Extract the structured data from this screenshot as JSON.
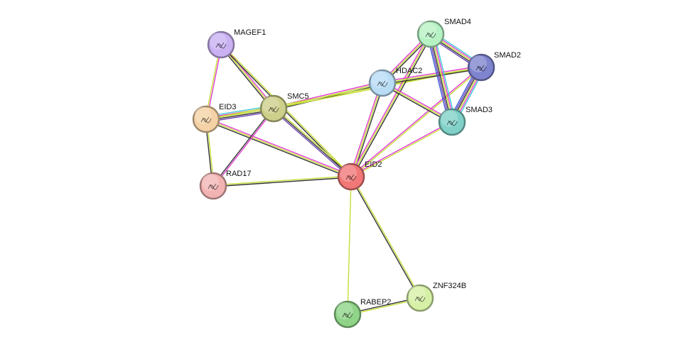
{
  "nodes": [
    {
      "id": "MAGEF1",
      "label": "MAGEF1",
      "color": "#c9b1f2"
    },
    {
      "id": "EID3",
      "label": "EID3",
      "color": "#f4d2a6"
    },
    {
      "id": "SMC5",
      "label": "SMC5",
      "color": "#cdd08a"
    },
    {
      "id": "RAD17",
      "label": "RAD17",
      "color": "#f2b3b3"
    },
    {
      "id": "EID2",
      "label": "EID2",
      "color": "#f27878"
    },
    {
      "id": "HDAC2",
      "label": "HDAC2",
      "color": "#b8dcf4"
    },
    {
      "id": "SMAD4",
      "label": "SMAD4",
      "color": "#b6f2c4"
    },
    {
      "id": "SMAD2",
      "label": "SMAD2",
      "color": "#7f84cf"
    },
    {
      "id": "SMAD3",
      "label": "SMAD3",
      "color": "#80d1c8"
    },
    {
      "id": "ZNF324B",
      "label": "ZNF324B",
      "color": "#d6f0a6"
    },
    {
      "id": "RABEP2",
      "label": "RABEP2",
      "color": "#8fd488"
    }
  ],
  "edges": [
    {
      "a": "MAGEF1",
      "b": "EID3",
      "types": [
        "pink",
        "yellow"
      ]
    },
    {
      "a": "MAGEF1",
      "b": "SMC5",
      "types": [
        "pink",
        "yellow",
        "black"
      ]
    },
    {
      "a": "MAGEF1",
      "b": "EID2",
      "types": [
        "yellow",
        "black"
      ]
    },
    {
      "a": "EID3",
      "b": "SMC5",
      "types": [
        "cyan",
        "pink",
        "yellow",
        "black",
        "purple"
      ]
    },
    {
      "a": "EID3",
      "b": "EID2",
      "types": [
        "pink",
        "yellow",
        "black"
      ]
    },
    {
      "a": "EID3",
      "b": "RAD17",
      "types": [
        "yellow",
        "black"
      ]
    },
    {
      "a": "SMC5",
      "b": "RAD17",
      "types": [
        "pink",
        "black"
      ]
    },
    {
      "a": "SMC5",
      "b": "EID2",
      "types": [
        "yellow",
        "black",
        "purple"
      ]
    },
    {
      "a": "SMC5",
      "b": "HDAC2",
      "types": [
        "pink",
        "yellow",
        "black"
      ]
    },
    {
      "a": "SMC5",
      "b": "SMAD2",
      "types": [
        "yellow"
      ]
    },
    {
      "a": "RAD17",
      "b": "EID2",
      "types": [
        "yellow",
        "black"
      ]
    },
    {
      "a": "EID3",
      "b": "SMAD2",
      "types": [
        "yellow"
      ]
    },
    {
      "a": "EID2",
      "b": "HDAC2",
      "types": [
        "pink",
        "yellow",
        "black"
      ]
    },
    {
      "a": "EID2",
      "b": "SMAD4",
      "types": [
        "pink",
        "yellow",
        "black"
      ]
    },
    {
      "a": "EID2",
      "b": "SMAD2",
      "types": [
        "pink",
        "yellow"
      ]
    },
    {
      "a": "EID2",
      "b": "SMAD3",
      "types": [
        "pink",
        "yellow"
      ]
    },
    {
      "a": "EID2",
      "b": "ZNF324B",
      "types": [
        "yellow",
        "black"
      ]
    },
    {
      "a": "EID2",
      "b": "RABEP2",
      "types": [
        "yellow"
      ]
    },
    {
      "a": "ZNF324B",
      "b": "RABEP2",
      "types": [
        "yellow",
        "black"
      ]
    },
    {
      "a": "HDAC2",
      "b": "SMAD4",
      "types": [
        "pink",
        "yellow",
        "black"
      ]
    },
    {
      "a": "HDAC2",
      "b": "SMAD2",
      "types": [
        "pink",
        "yellow",
        "black"
      ]
    },
    {
      "a": "HDAC2",
      "b": "SMAD3",
      "types": [
        "pink",
        "yellow",
        "black"
      ]
    },
    {
      "a": "SMAD4",
      "b": "SMAD2",
      "types": [
        "cyan",
        "pink",
        "yellow",
        "black",
        "purple"
      ]
    },
    {
      "a": "SMAD4",
      "b": "SMAD3",
      "types": [
        "cyan",
        "pink",
        "yellow",
        "black",
        "purple",
        "blue"
      ]
    },
    {
      "a": "SMAD2",
      "b": "SMAD3",
      "types": [
        "cyan",
        "pink",
        "yellow",
        "black",
        "purple",
        "blue"
      ]
    }
  ],
  "edge_colors": {
    "pink": "#e23ccf",
    "yellow": "#c7dd3a",
    "black": "#333333",
    "cyan": "#3fc9d8",
    "purple": "#6a3fb5",
    "blue": "#3a56d8"
  }
}
